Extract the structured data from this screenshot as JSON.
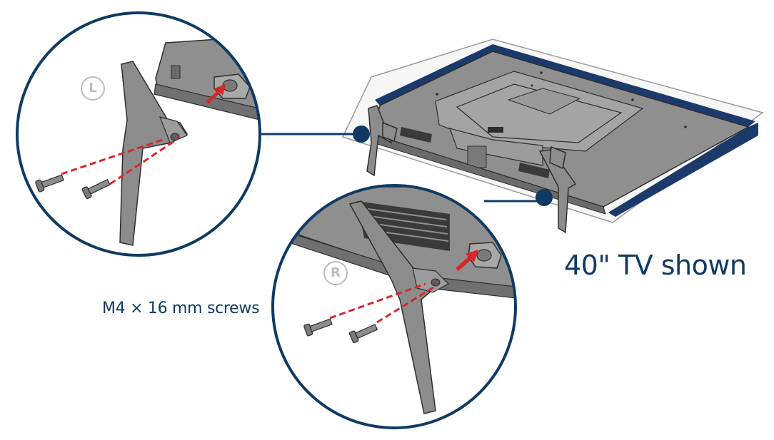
{
  "labels": {
    "tv_size": "40\" TV shown",
    "screws": "M4 × 16 mm screws",
    "left_marker": "L",
    "right_marker": "R"
  },
  "colors": {
    "accent_navy": "#0f3a63",
    "bezel_navy": "#1b3a6b",
    "arrow_red": "#d9262b",
    "dash_red": "#d9262b",
    "part_gray": "#8c8c8c",
    "part_light": "#a8a8a8",
    "part_dark": "#5c5c5c",
    "outline": "#2e2e2e",
    "marker_gray": "#bdbdbd",
    "bg": "#ffffff"
  },
  "icons": [
    "screw-icon",
    "stand-leg-icon",
    "arrow-icon",
    "tv-icon"
  ]
}
